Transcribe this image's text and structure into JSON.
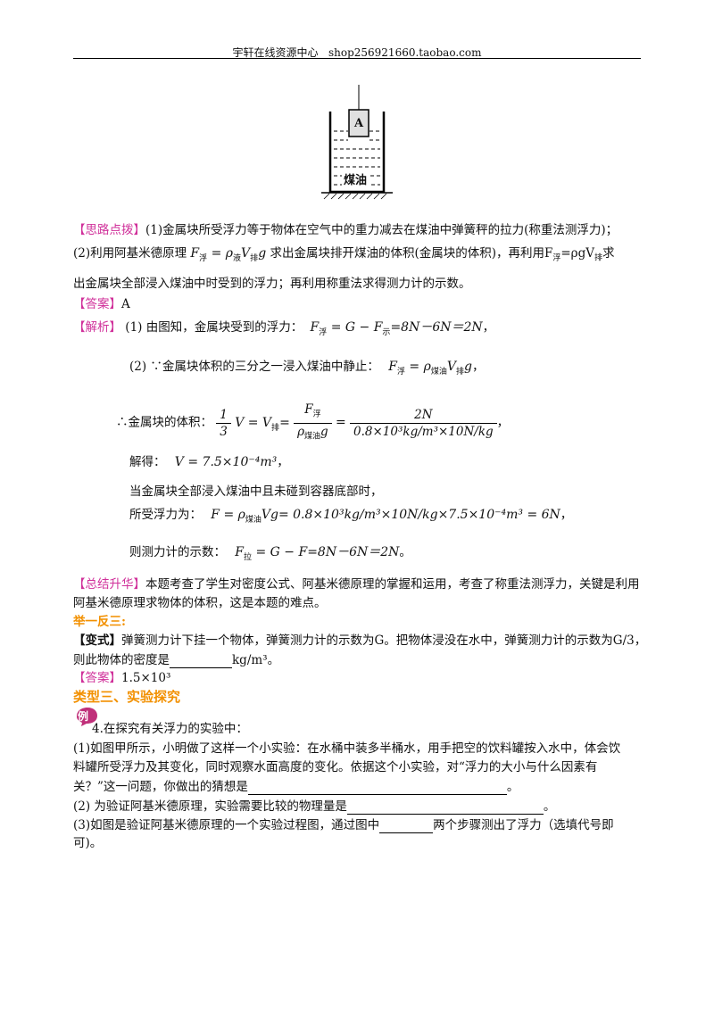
{
  "header": {
    "shop": "宇轩在线资源中心",
    "url": "shop256921660.taobao.com"
  },
  "figure": {
    "block_label": "A",
    "liquid_label": "煤油"
  },
  "analysis": {
    "tag": "【思路点拨】",
    "line1": "(1)金属块所受浮力等于物体在空气中的重力减去在煤油中弹簧秤的拉力(称重法测浮力)；",
    "line2_pre": "(2)利用阿基米德原理",
    "line2_mid": "求出金属块排开煤油的体积(金属块的体积)，再利用F",
    "line2_sub": "浮",
    "line2_eq": "=ρgV",
    "line2_sub2": "排",
    "line2_post": "求",
    "line3": "出金属块全部浸入煤油中时受到的浮力；再利用称重法求得测力计的示数。"
  },
  "answer1": {
    "tag": "【答案】",
    "value": "A"
  },
  "explanation": {
    "tag": "【解析】",
    "s1_text": "(1) 由图知，金属块受到的浮力：",
    "s1_formula": "=8N－6N＝2N",
    "s2_text": "(2) ∵金属块体积的三分之一浸入煤油中静止：",
    "s3_text": "∴金属块的体积：",
    "s3_frac_n": "2N",
    "s3_frac_d": "0.8×10³kg/m³×10N/kg",
    "s4_text": "解得：",
    "s4_formula": "V = 7.5×10⁻⁴m³",
    "s5_text": "当金属块全部浸入煤油中且未碰到容器底部时，",
    "s6_text": "所受浮力为：",
    "s6_formula": "= 0.8×10³kg/m³×10N/kg×7.5×10⁻⁴m³ = 6N",
    "s7_text": "则测力计的示数：",
    "s7_formula": "=8N－6N＝2N"
  },
  "summary": {
    "tag": "【总结升华】",
    "line1": "本题考查了学生对密度公式、阿基米德原理的掌握和运用，考查了称重法测浮力，关键是利用",
    "line2": "阿基米德原理求物体的体积，这是本题的难点。"
  },
  "practice": {
    "title": "举一反三:",
    "tag": "【变式】",
    "line1": "弹簧测力计下挂一个物体，弹簧测力计的示数为G。把物体浸没在水中，弹簧测力计的示数为G/3，",
    "line2_pre": "则此物体的密度是",
    "line2_post": "kg/m³。"
  },
  "answer2": {
    "tag": "【答案】",
    "value": "1.5×10³"
  },
  "section": {
    "title": "类型三、实验探究",
    "badge": "例"
  },
  "question": {
    "q_title": "4.在探究有关浮力的实验中：",
    "p1_l1": "(1)如图甲所示，小明做了这样一个小实验：在水桶中装多半桶水，用手把空的饮料罐按入水中，体会饮",
    "p1_l2": "料罐所受浮力及其变化，同时观察水面高度的变化。依据这个小实验，对“浮力的大小与什么因素有",
    "p1_l3_pre": "关？”这一问题，你做出的猜想是",
    "p1_l3_post": "。",
    "p2_pre": "(2) 为验证阿基米德原理，实验需要比较的物理量是",
    "p2_post": "。",
    "p3_pre": "(3)如图是验证阿基米德原理的一个实验过程图，通过图中",
    "p3_post": "两个步骤测出了浮力（选填代号即",
    "p3_l2": "可)。"
  }
}
